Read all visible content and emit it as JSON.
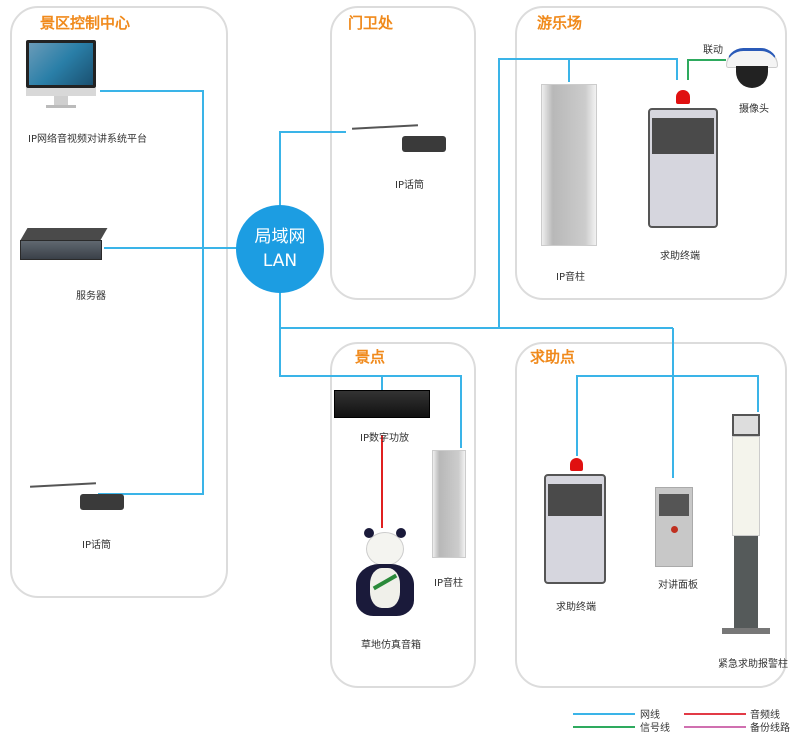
{
  "zones": {
    "control_center": {
      "title": "景区控制中心"
    },
    "guard": {
      "title": "门卫处"
    },
    "playground": {
      "title": "游乐场"
    },
    "scenic": {
      "title": "景点"
    },
    "help_point": {
      "title": "求助点"
    }
  },
  "lan": {
    "line1": "局域网",
    "line2": "LAN"
  },
  "devices": {
    "platform": "IP网络音视频对讲系统平台",
    "server": "服务器",
    "mic_center": "IP话筒",
    "mic_guard": "IP话筒",
    "column_playground": "IP音柱",
    "help_terminal_playground": "求助终端",
    "camera": "摄像头",
    "linkage": "联动",
    "amplifier": "IP数字功放",
    "column_scenic": "IP音柱",
    "panda_speaker": "草地仿真音箱",
    "help_terminal_point": "求助终端",
    "intercom_panel": "对讲面板",
    "alarm_pillar": "紧急求助报警柱"
  },
  "legend": [
    {
      "label": "网线",
      "color": "#3ab4e8"
    },
    {
      "label": "信号线",
      "color": "#2eaa5e"
    },
    {
      "label": "音频线",
      "color": "#e23a46"
    },
    {
      "label": "备份线路",
      "color": "#d070b0"
    }
  ]
}
